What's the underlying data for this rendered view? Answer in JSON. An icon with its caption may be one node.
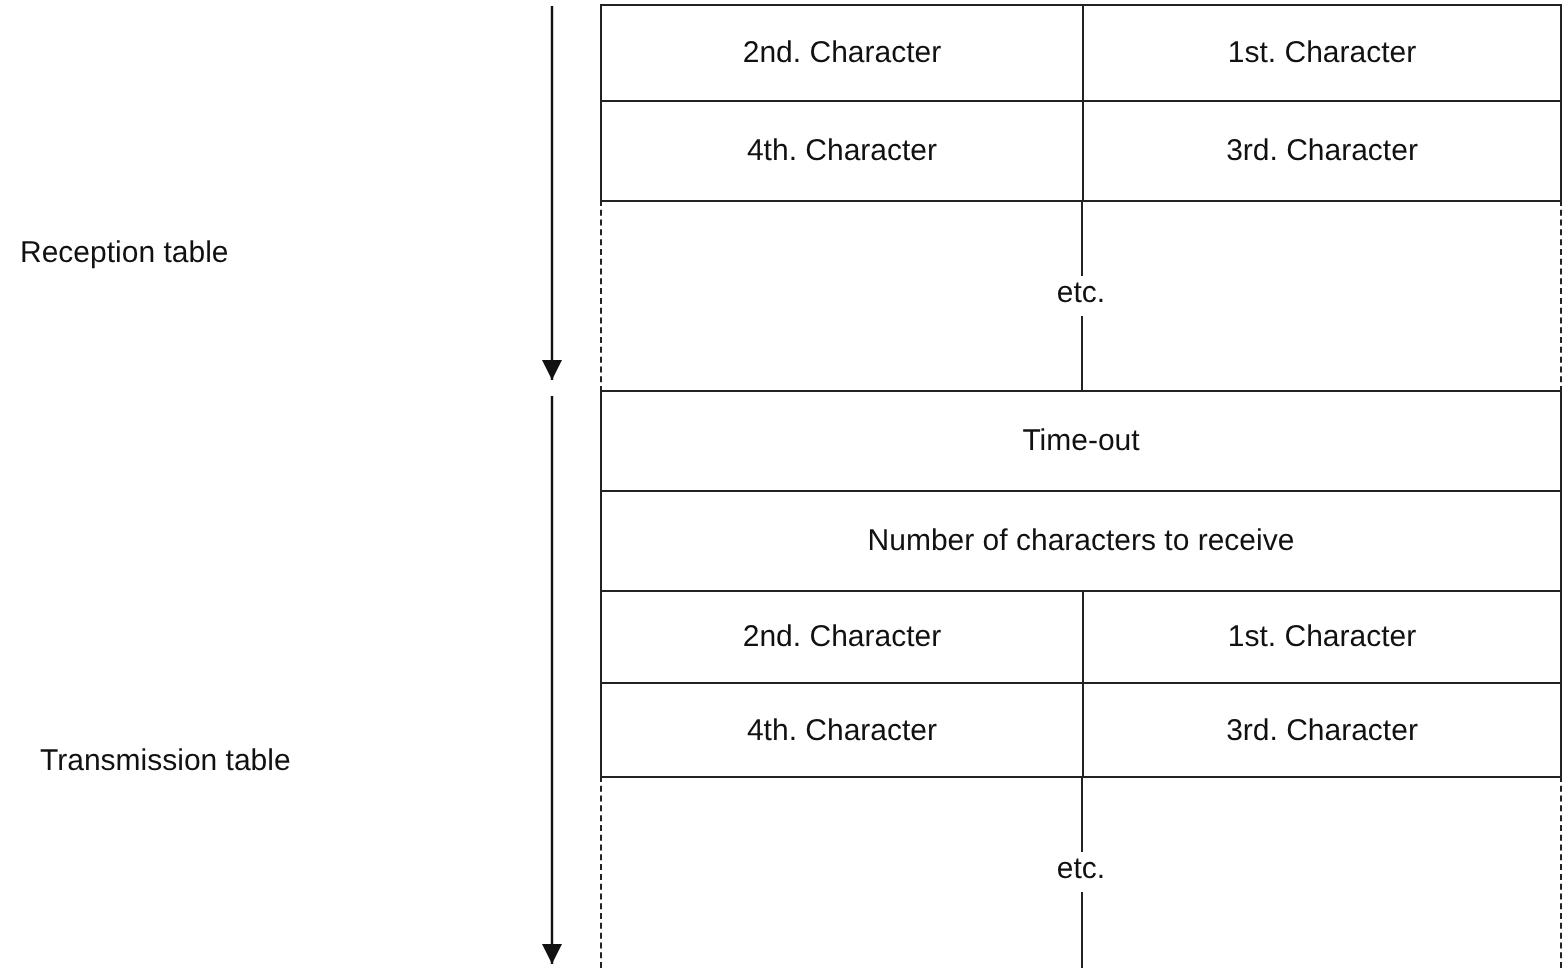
{
  "diagram": {
    "labels": [
      "2nd. Character",
      "1st. Character",
      "Reception table",
      "4th. Character",
      "3rd. Character",
      "etc.",
      "Time-out",
      "Number of characters to receive",
      "2nd. Character",
      "1st. Character",
      "4th. Character",
      "3rd. Character",
      "Transmission table",
      "etc."
    ]
  }
}
